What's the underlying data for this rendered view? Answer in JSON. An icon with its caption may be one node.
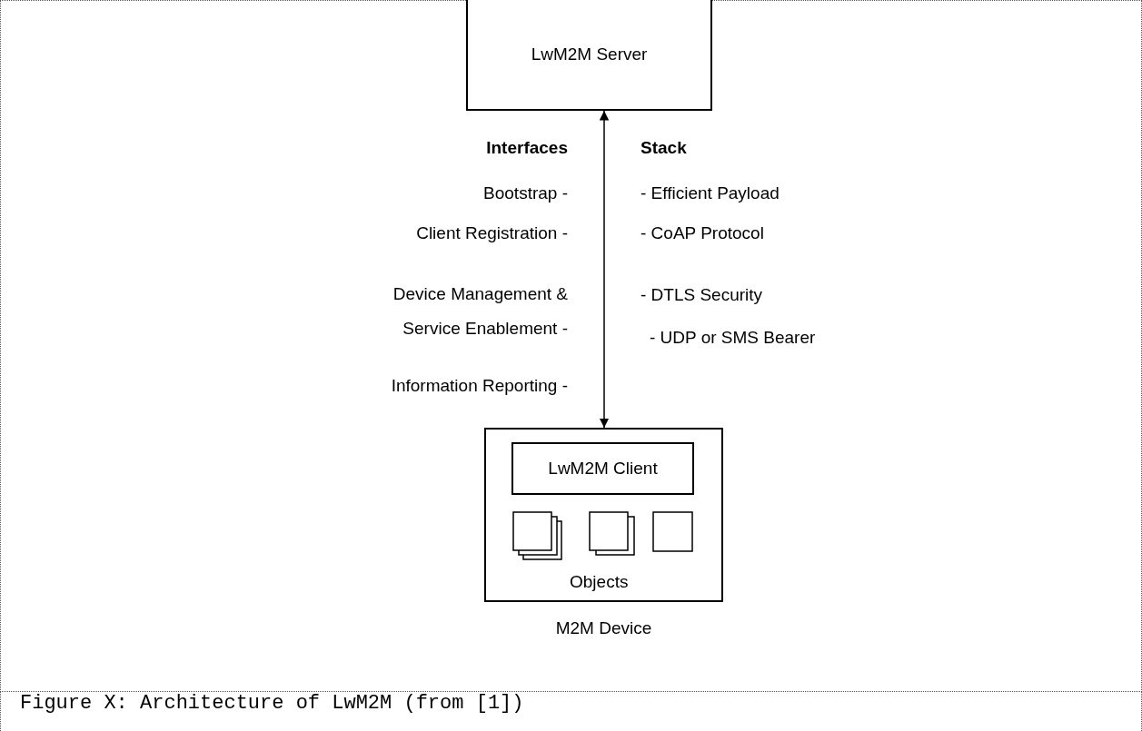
{
  "diagram": {
    "caption": "Figure X: Architecture of LwM2M (from [1])",
    "nodes": [
      {
        "text": [
          "LwM2M Server"
        ]
      },
      {
        "text": [
          "M2M Device"
        ]
      },
      {
        "text": [
          "LwM2M Client"
        ],
        "in": 1
      }
    ],
    "edges": [
      {
        "from": 0,
        "to": 1,
        "arrow": "both"
      }
    ],
    "labels": [
      "Interfaces",
      "Stack",
      "Bootstrap -",
      "- Efficient Payload",
      "Client Registration -",
      "- CoAP Protocol",
      "Device Management & Service Enablement -",
      "- DTLS Security",
      "- UDP or SMS Bearer",
      "Information Reporting -",
      "Objects"
    ]
  }
}
